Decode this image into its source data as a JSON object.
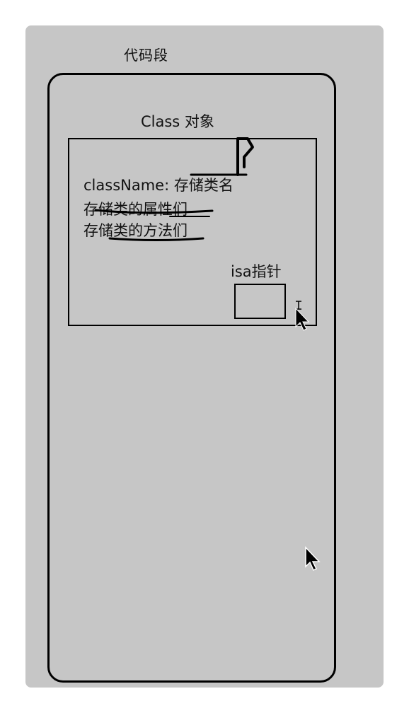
{
  "diagram": {
    "section_title": "代码段",
    "class_object_label": "Class 对象",
    "lines": [
      "className: 存储类名",
      "存储类的属性们",
      "存储类的方法们"
    ],
    "isa_label": "isa指针"
  },
  "colors": {
    "window_bg": "#c6c6c6",
    "ink": "#000000"
  },
  "icons": [
    "mouse-cursor-icon",
    "mouse-cursor-icon",
    "text-cursor-icon"
  ]
}
